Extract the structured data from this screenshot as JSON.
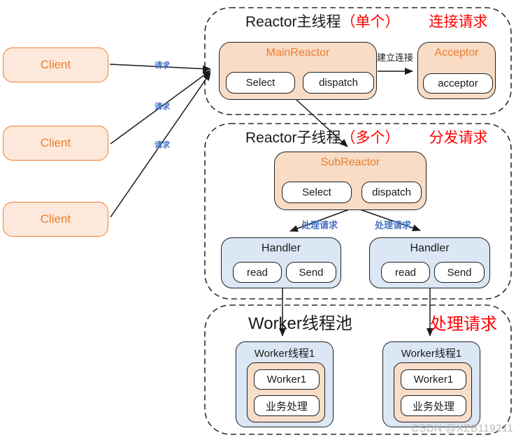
{
  "clients": [
    {
      "label": "Client"
    },
    {
      "label": "Client"
    },
    {
      "label": "Client"
    }
  ],
  "client_edges": [
    {
      "label": "请求"
    },
    {
      "label": "请求"
    },
    {
      "label": "请求"
    }
  ],
  "main_section": {
    "title": "Reactor主线程",
    "title_paren": "（单个）",
    "title_note": "连接请求",
    "main_reactor": {
      "title": "MainReactor",
      "select": "Select",
      "dispatch": "dispatch"
    },
    "establish_label": "建立连接",
    "acceptor": {
      "title": "Acceptor",
      "inner": "acceptor"
    }
  },
  "sub_section": {
    "title": "Reactor子线程",
    "title_paren": "（多个）",
    "title_note": "分发请求",
    "sub_reactor": {
      "title": "SubReactor",
      "select": "Select",
      "dispatch": "dispatch"
    },
    "dispatch_edges": [
      {
        "label": "处理请求"
      },
      {
        "label": "处理请求"
      }
    ],
    "handlers": [
      {
        "title": "Handler",
        "read": "read",
        "send": "Send"
      },
      {
        "title": "Handler",
        "read": "read",
        "send": "Send"
      }
    ]
  },
  "worker_section": {
    "title": "Worker线程池",
    "title_note": "处理请求",
    "workers": [
      {
        "title": "Worker线程1",
        "worker": "Worker1",
        "task": "业务处理"
      },
      {
        "title": "Worker线程1",
        "worker": "Worker1",
        "task": "业务处理"
      }
    ]
  },
  "watermark": "CSDN @XZB119211",
  "colors": {
    "accent_orange": "#ed7d31",
    "peach_fill": "#f8dcc5",
    "client_fill": "#fce9db",
    "blue_fill": "#dbe7f4",
    "edge_label_blue": "#4472c4",
    "highlight_red": "#fe0000",
    "watermark_gray": "#b9b9b9"
  }
}
